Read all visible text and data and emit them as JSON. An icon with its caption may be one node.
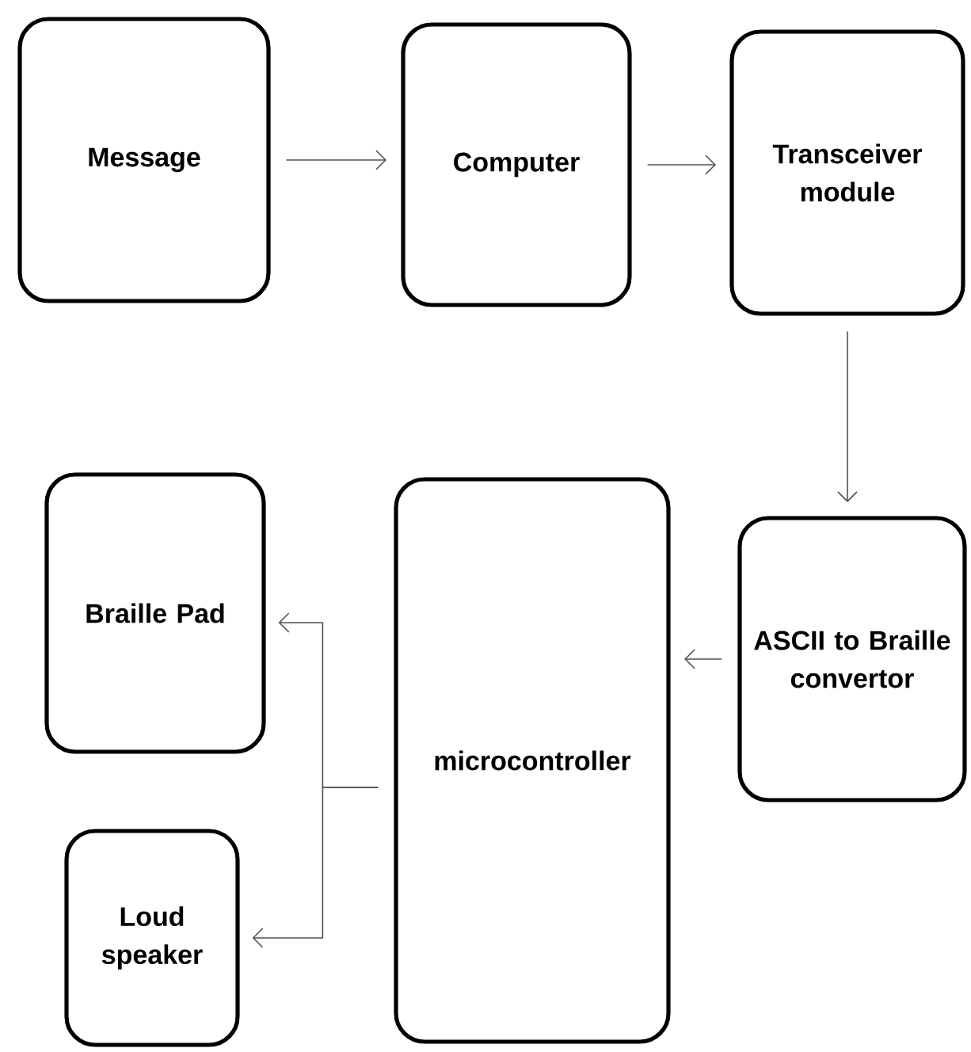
{
  "diagram": {
    "nodes": [
      {
        "text": [
          "Message"
        ]
      },
      {
        "text": [
          "Computer"
        ]
      },
      {
        "text": [
          "Transceiver module"
        ]
      },
      {
        "text": [
          "ASCII to Braille convertor"
        ]
      },
      {
        "text": [
          "microcontroller"
        ]
      },
      {
        "text": [
          "Braille Pad"
        ]
      },
      {
        "text": [
          "Loud speaker"
        ]
      }
    ],
    "edges": [
      {
        "from": 0,
        "to": 1,
        "arrow": "to"
      },
      {
        "from": 1,
        "to": 2,
        "arrow": "to"
      },
      {
        "from": 2,
        "to": 3,
        "arrow": "to"
      },
      {
        "from": 3,
        "to": 4,
        "arrow": "to"
      },
      {
        "from": 4,
        "to": 5,
        "arrow": "to"
      },
      {
        "from": 4,
        "to": 6,
        "arrow": "to"
      }
    ]
  }
}
